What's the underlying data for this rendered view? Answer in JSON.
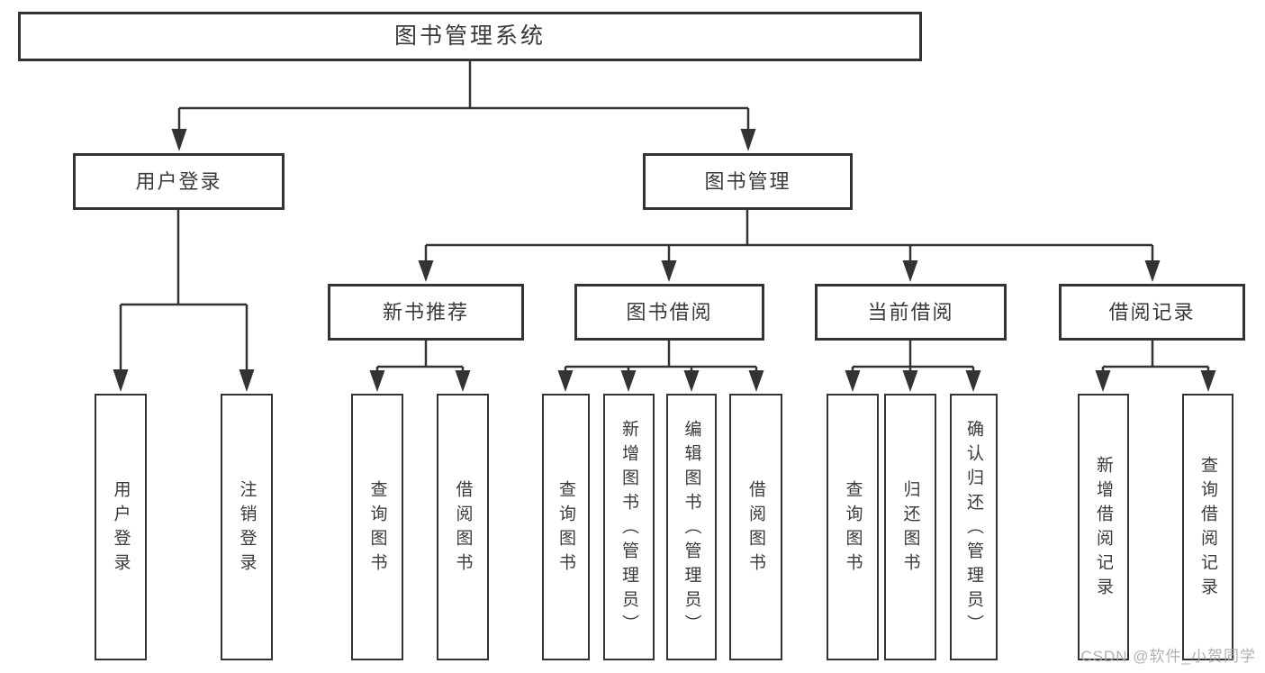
{
  "diagram": {
    "title": "图书管理系统",
    "branches": [
      {
        "label": "用户登录",
        "children": [
          {
            "label": "用户登录"
          },
          {
            "label": "注销登录"
          }
        ]
      },
      {
        "label": "图书管理",
        "children": [
          {
            "label": "新书推荐",
            "children": [
              {
                "label": "查询图书"
              },
              {
                "label": "借阅图书"
              }
            ]
          },
          {
            "label": "图书借阅",
            "children": [
              {
                "label": "查询图书"
              },
              {
                "label": "新增图书（管理员）"
              },
              {
                "label": "编辑图书（管理员）"
              },
              {
                "label": "借阅图书"
              }
            ]
          },
          {
            "label": "当前借阅",
            "children": [
              {
                "label": "查询图书"
              },
              {
                "label": "归还图书"
              },
              {
                "label": "确认归还（管理员）"
              }
            ]
          },
          {
            "label": "借阅记录",
            "children": [
              {
                "label": "新增借阅记录"
              },
              {
                "label": "查询借阅记录"
              }
            ]
          }
        ]
      }
    ]
  },
  "watermark": {
    "text": "CSDN @软件_小贺同学"
  },
  "colors": {
    "line": "#333333",
    "text": "#3a3a3a",
    "watermark": "#a8a8a8",
    "background": "#ffffff"
  }
}
